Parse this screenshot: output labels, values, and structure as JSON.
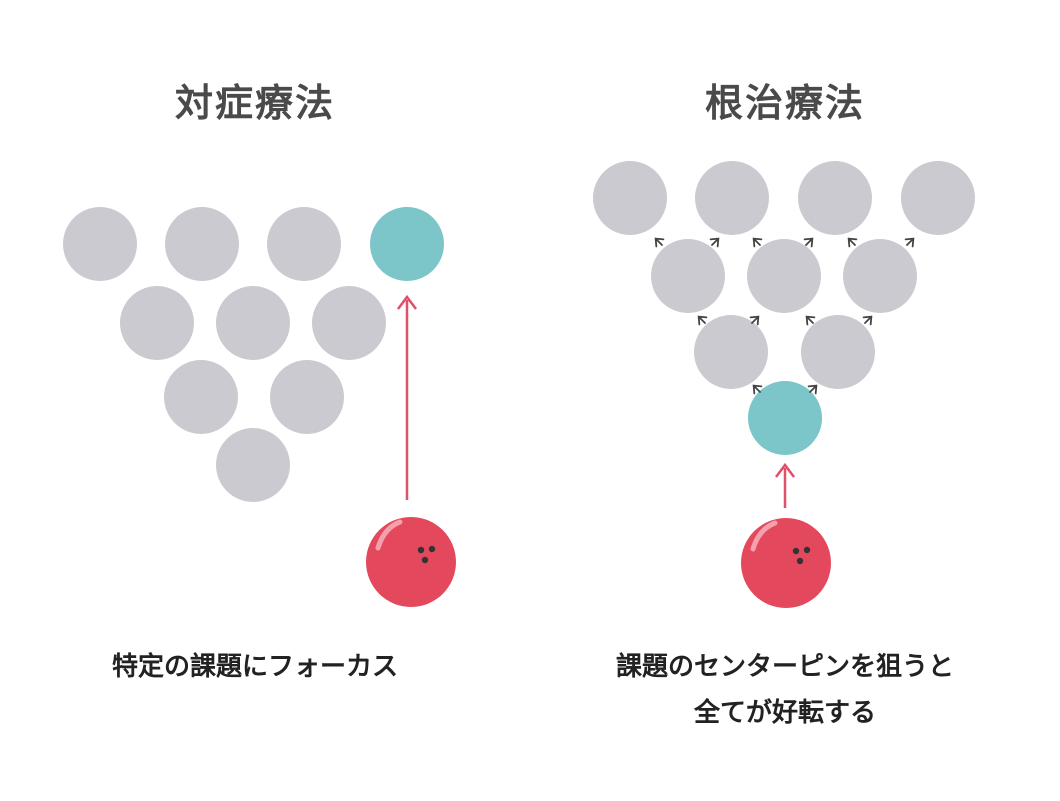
{
  "left": {
    "title": "対症療法",
    "caption": "特定の課題にフォーカス"
  },
  "right": {
    "title": "根治療法",
    "caption_line1": "課題のセンターピンを狙うと",
    "caption_line2": "全てが好転する"
  },
  "colors": {
    "pin": "#cbcad0",
    "target": "#7cc6c9",
    "ball": "#e4485c",
    "arrow": "#e0506a",
    "spread_arrow": "#444444"
  }
}
